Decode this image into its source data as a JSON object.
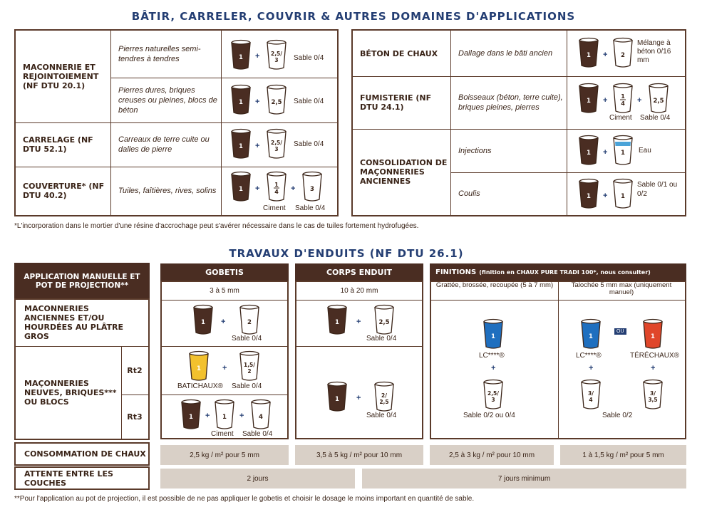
{
  "title1": "BÂTIR, CARRELER, COUVRIR & AUTRES DOMAINES D'APPLICATIONS",
  "left_table": [
    {
      "label": "MACONNERIE ET REJOINTOIEMENT (NF DTU 20.1)",
      "rows": [
        {
          "desc": "Pierres naturelles semi-tendres à tendres",
          "cups": [
            "1",
            "2,5/3"
          ],
          "note": "Sable 0/4"
        },
        {
          "desc": "Pierres dures, briques creuses ou pleines, blocs de béton",
          "cups": [
            "1",
            "2,5"
          ],
          "note": "Sable 0/4"
        }
      ]
    },
    {
      "label": "CARRELAGE (NF DTU 52.1)",
      "rows": [
        {
          "desc": "Carreaux de terre cuite ou dalles de pierre",
          "cups": [
            "1",
            "2,5/3"
          ],
          "note": "Sable 0/4"
        }
      ]
    },
    {
      "label": "COUVERTURE* (NF DTU 40.2)",
      "rows": [
        {
          "desc": "Tuiles, faîtières, rives, solins",
          "cups": [
            "1",
            "1/4",
            "3"
          ],
          "note1": "Ciment",
          "note2": "Sable 0/4"
        }
      ]
    }
  ],
  "right_table": [
    {
      "label": "BÉTON DE CHAUX",
      "desc": "Dallage dans le bâti ancien",
      "cups": [
        "1",
        "2"
      ],
      "note": "Mélange à béton 0/16 mm"
    },
    {
      "label": "FUMISTERIE (NF DTU 24.1)",
      "desc": "Boisseaux (béton, terre cuite), briques pleines, pierres",
      "cups": [
        "1",
        "1/4",
        "2,5"
      ],
      "note1": "Ciment",
      "note2": "Sable 0/4"
    },
    {
      "label": "CONSOLIDATION DE MAÇONNERIES ANCIENNES",
      "rows": [
        {
          "desc": "Injections",
          "cups": [
            "1",
            "1"
          ],
          "note": "Eau"
        },
        {
          "desc": "Coulis",
          "cups": [
            "1",
            "1"
          ],
          "note": "Sable 0/1 ou 0/2"
        }
      ]
    }
  ],
  "footnote1": "*L'incorporation dans le mortier d'une résine d'accrochage peut s'avérer nécessaire dans le cas de tuiles fortement hydrofugées.",
  "title2": "TRAVAUX D'ENDUITS (NF DTU 26.1)",
  "enduits": {
    "corner": "APPLICATION MANUELLE ET POT DE PROJECTION**",
    "gobetis": "GOBETIS",
    "gobetis_thick": "3 à 5 mm",
    "corps": "CORPS ENDUIT",
    "corps_thick": "10 à 20 mm",
    "finitions": "FINITIONS",
    "finitions_note": "(finition en CHAUX PURE TRADI 100*, nous consulter)",
    "fin_a": "Grattée, brossée, recoupée (5 à 7 mm)",
    "fin_b": "Talochée 5 mm max (uniquement manuel)",
    "row1": "MACONNERIES ANCIENNES ET/OU HOURDÉES AU PLÂTRE GROS",
    "row2": "MAÇONNERIES NEUVES, BRIQUES*** OU BLOCS",
    "rt2": "Rt2",
    "rt3": "Rt3",
    "cons": "CONSOMMATION DE CHAUX",
    "attente": "ATTENTE ENTRE LES COUCHES",
    "g_r1_cups": [
      "1",
      "2"
    ],
    "g_r1_note": "Sable 0/4",
    "c_r1_cups": [
      "1",
      "2,5"
    ],
    "c_r1_note": "Sable 0/4",
    "g_rt2_cups": [
      "1",
      "1,5/2"
    ],
    "g_rt2_n1": "BATICHAUX®",
    "g_rt2_n2": "Sable 0/4",
    "g_rt3_cups": [
      "1",
      "1",
      "4"
    ],
    "g_rt3_n1": "Ciment",
    "g_rt3_n2": "Sable 0/4",
    "c_r2_cups": [
      "1",
      "2/2,5"
    ],
    "c_r2_note": "Sable 0/4",
    "fa_cups": [
      "1",
      "2,5/3"
    ],
    "fa_n1": "LC****®",
    "fa_n2": "Sable 0/2 ou 0/4",
    "fb_cups": [
      "1",
      "1",
      "3/4",
      "3/3,5"
    ],
    "fb_n1": "LC****®",
    "fb_n2": "TÉRÉCHAUX®",
    "fb_n3": "Sable 0/2",
    "ou": "OU",
    "cons_vals": [
      "2,5 kg / m² pour 5 mm",
      "3,5 à 5 kg / m² pour 10 mm",
      "2,5 à 3 kg / m² pour 10 mm",
      "1 à 1,5 kg / m² pour 5 mm"
    ],
    "att_vals": [
      "2 jours",
      "7 jours minimum"
    ]
  },
  "footnote2": "**Pour l'application au pot de projection, il est possible de ne pas appliquer le gobetis et choisir le dosage le moins important en quantité de sable.",
  "colors": {
    "brown": "#4a2d22",
    "blue": "#1f6fbf",
    "yellow": "#f2c12e",
    "red": "#e0462a",
    "navy": "#243e73"
  }
}
